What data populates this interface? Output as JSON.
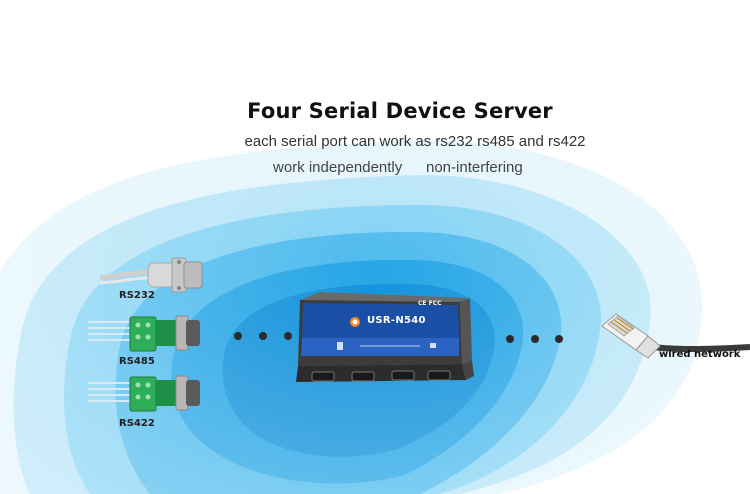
{
  "title": "Four Serial Device Server",
  "subtitle": "each serial port can work as rs232 rs485 and rs422",
  "tags": [
    "work independently",
    "non-interfering"
  ],
  "ports": [
    {
      "label": "RS232"
    },
    {
      "label": "RS485"
    },
    {
      "label": "RS422"
    }
  ],
  "device": {
    "name": "USR-N540",
    "mark": "CE FCC"
  },
  "network_label": "wired network",
  "colors": {
    "wave_outer": "#d7f0fb",
    "wave_mid": "#71cdf1",
    "wave_inner": "#1aa0e3",
    "device_blue": "#1b4fa6"
  }
}
